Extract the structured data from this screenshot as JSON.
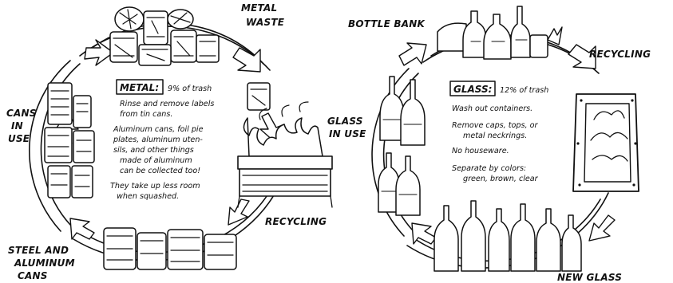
{
  "metal": {
    "title_box": "METAL:",
    "title_rest": "9% of trash",
    "lines": [
      "Rinse and remove labels",
      "from tin cans.",
      "Aluminum cans, foil pie",
      "plates, aluminum uten-",
      "sils, and other things",
      "made of aluminum",
      "can be collected too!",
      "They take up less room",
      "when squashed."
    ],
    "labels": {
      "metal_waste_1": "METAL",
      "metal_waste_2": "WASTE",
      "recycling": "RECYCLING",
      "steel_1": "STEEL AND",
      "steel_2": "ALUMINUM",
      "steel_3": "CANS",
      "cans_1": "CANS",
      "cans_2": "IN",
      "cans_3": "USE"
    }
  },
  "glass": {
    "title_box": "GLASS:",
    "title_rest": "12% of trash",
    "lines": [
      "Wash out containers.",
      "Remove caps, tops, or",
      "metal neckrings.",
      "No houseware.",
      "Separate by colors:",
      "green, brown, clear"
    ],
    "labels": {
      "bottle_bank": "BOTTLE BANK",
      "recycling": "RECYCLING",
      "glass_in_use_1": "GLASS",
      "glass_in_use_2": "IN USE",
      "new_glass": "NEW GLASS"
    }
  }
}
